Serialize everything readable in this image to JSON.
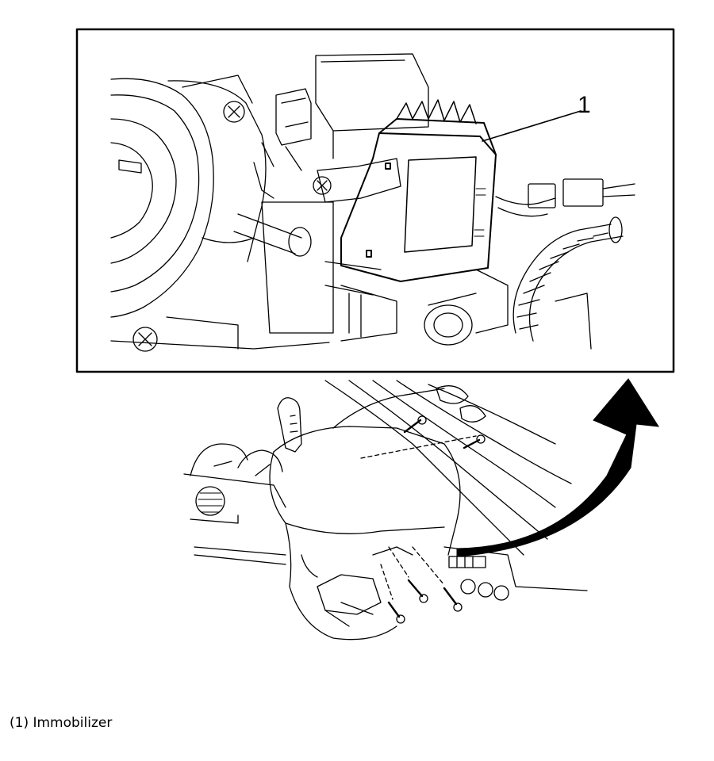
{
  "figure": {
    "callout_number": "1",
    "callout_label": "Immobilizer"
  },
  "caption": {
    "text": "(1) Immobilizer"
  }
}
